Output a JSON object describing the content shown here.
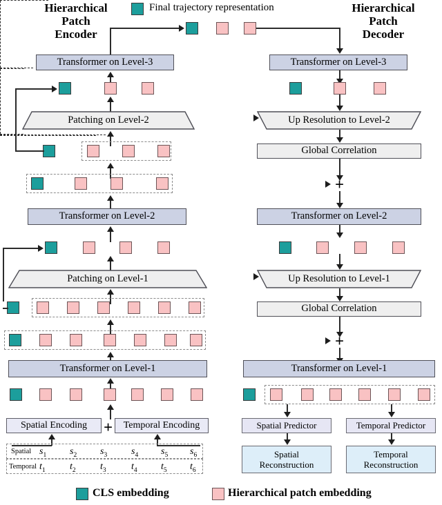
{
  "figure": {
    "title_left": "Hierarchical\nPatch\nEncoder",
    "title_right": "Hierarchical\nPatch\nDecoder",
    "top_caption": "Final trajectory representation"
  },
  "colors": {
    "cls_embedding": "#1c9e9c",
    "patch_embedding": "#f9c2c3",
    "transformer_box": "#ccd2e4",
    "gray_box": "#efefef",
    "encoding_box": "#e9eaf6",
    "predictor_box": "#e6e6f4",
    "reconstruction_box": "#ddeef9"
  },
  "encoder": {
    "blocks": [
      {
        "id": "enc-transformer-l3",
        "label": "Transformer on Level-3",
        "kind": "transformer"
      },
      {
        "id": "enc-patching-l2",
        "label": "Patching on Level-2",
        "kind": "trapezoid"
      },
      {
        "id": "enc-transformer-l2",
        "label": "Transformer on Level-2",
        "kind": "transformer"
      },
      {
        "id": "enc-patching-l1",
        "label": "Patching on Level-1",
        "kind": "trapezoid"
      },
      {
        "id": "enc-transformer-l1",
        "label": "Transformer on Level-1",
        "kind": "transformer"
      }
    ],
    "spatial_encoding_label": "Spatial Encoding",
    "temporal_encoding_label": "Temporal Encoding",
    "plus_label": "+",
    "token_table": {
      "spatial_row_label": "Spatial",
      "temporal_row_label": "Temporal",
      "spatial_tokens": [
        "s1",
        "s2",
        "s3",
        "s4",
        "s5",
        "s6"
      ],
      "temporal_tokens": [
        "t1",
        "t2",
        "t3",
        "t4",
        "t5",
        "t6"
      ],
      "spatial_symbol": "s",
      "temporal_symbol": "t",
      "indices": [
        "1",
        "2",
        "3",
        "4",
        "5",
        "6"
      ]
    }
  },
  "decoder": {
    "blocks": [
      {
        "id": "dec-transformer-l3",
        "label": "Transformer on Level-3",
        "kind": "transformer"
      },
      {
        "id": "dec-upres-l2",
        "label": "Up Resolution to Level-2",
        "kind": "trapezoid"
      },
      {
        "id": "dec-globalcorr-l2",
        "label": "Global Correlation",
        "kind": "gray"
      },
      {
        "id": "dec-transformer-l2",
        "label": "Transformer on Level-2",
        "kind": "transformer"
      },
      {
        "id": "dec-upres-l1",
        "label": "Up Resolution to Level-1",
        "kind": "trapezoid"
      },
      {
        "id": "dec-globalcorr-l1",
        "label": "Global Correlation",
        "kind": "gray"
      },
      {
        "id": "dec-transformer-l1",
        "label": "Transformer on Level-1",
        "kind": "transformer"
      }
    ],
    "merge_symbol": "+",
    "spatial_predictor_label": "Spatial Predictor",
    "temporal_predictor_label": "Temporal Predictor",
    "spatial_reconstruction_label": [
      "Spatial",
      "Reconstruction"
    ],
    "temporal_reconstruction_label": [
      "Temporal",
      "Reconstruction"
    ]
  },
  "legend": {
    "items": [
      {
        "swatch": "cls-swatch",
        "label": "CLS embedding"
      },
      {
        "swatch": "patch-swatch",
        "label": "Hierarchical patch embedding"
      }
    ]
  }
}
